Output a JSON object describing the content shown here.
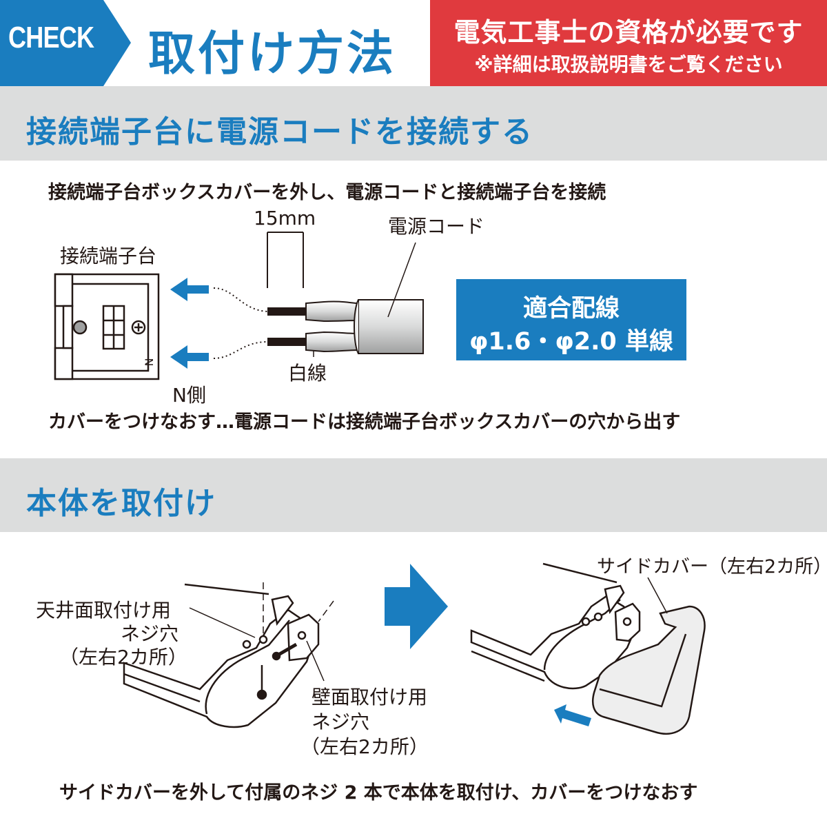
{
  "header": {
    "check_label": "CHECK",
    "title": "取付け方法",
    "warning_main": "電気工事士の資格が必要です",
    "warning_sub": "※詳細は取扱説明書をご覧ください"
  },
  "section1": {
    "title": "接続端子台に電源コードを接続する",
    "step1": "接続端子台ボックスカバーを外し、電源コードと接続端子台を接続",
    "label_terminal": "接続端子台",
    "label_15mm": "15mm",
    "label_cord": "電源コード",
    "label_white_wire": "白線",
    "label_n_side": "N側",
    "terminal_n_mark": "N",
    "spec_title": "適合配線",
    "spec_value": "φ1.6・φ2.0 単線",
    "step2": "カバーをつけなおす…電源コードは接続端子台ボックスカバーの穴から出す"
  },
  "section2": {
    "title": "本体を取付け",
    "ceiling_label_1": "天井面取付け用",
    "ceiling_label_2": "ネジ穴",
    "ceiling_label_3": "（左右2カ所）",
    "wall_label_1": "壁面取付け用",
    "wall_label_2": "ネジ穴",
    "wall_label_3": "（左右2カ所）",
    "side_cover_label": "サイドカバー（左右2カ所）",
    "footer": "サイドカバーを外して付属のネジ 2 本で本体を取付け、カバーをつけなおす"
  },
  "colors": {
    "brand_blue": "#1a7dbf",
    "warning_red": "#e03a3e",
    "band_gray": "#dcdddd",
    "text_dark": "#231815"
  }
}
